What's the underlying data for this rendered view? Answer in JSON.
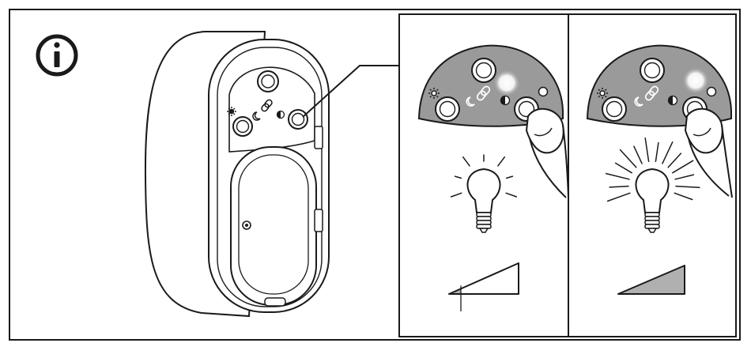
{
  "figure": {
    "type": "instruction-illustration",
    "icons": [
      "info-icon",
      "sun-icon",
      "moon-icon",
      "link-icon",
      "half-moon-icon",
      "bulb-icon",
      "finger-icon",
      "brightness-ramp-icon"
    ],
    "panels": [
      {
        "name": "dim-setting",
        "light_rays": 7,
        "brightness_fraction": 0.17
      },
      {
        "name": "bright-setting",
        "light_rays": 14,
        "brightness_fraction": 1.0
      }
    ],
    "colors": {
      "stroke": "#1a1a1a",
      "panel_gray": "#9a9a9a",
      "ramp_fill": "#b0b0b0",
      "led_glow": "#ffffff",
      "background": "#ffffff"
    }
  }
}
